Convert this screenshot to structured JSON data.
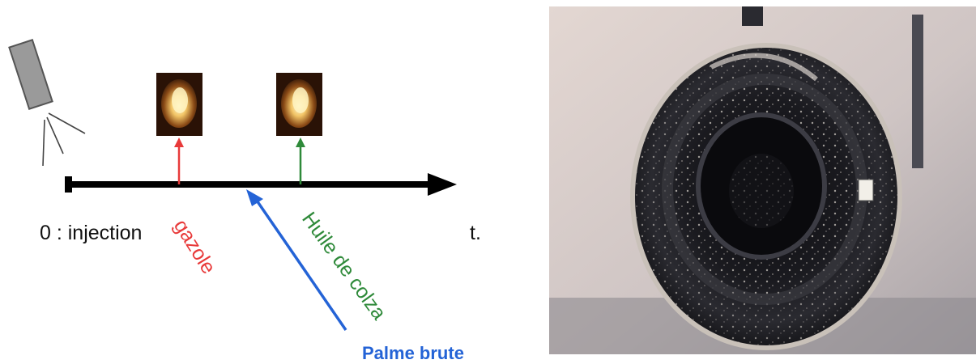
{
  "diagram": {
    "origin_label": "0 : injection",
    "time_label": "t.",
    "fuels": [
      {
        "label": "gazole",
        "color": "#e83a3a"
      },
      {
        "label": "Huile de colza",
        "color": "#2f8a3a"
      },
      {
        "label": "Palme brute",
        "color": "#2463d6"
      }
    ],
    "colors": {
      "axis": "#000000",
      "injector": "#9a9a9a",
      "flame_core": "#fff4c2",
      "flame_mid": "#e8a63a",
      "flame_dark": "#3a1c08"
    }
  },
  "photo": {
    "colors": {
      "background": "#d8d0cc",
      "plate": "#151518",
      "rim": "#c8c0b8"
    }
  }
}
